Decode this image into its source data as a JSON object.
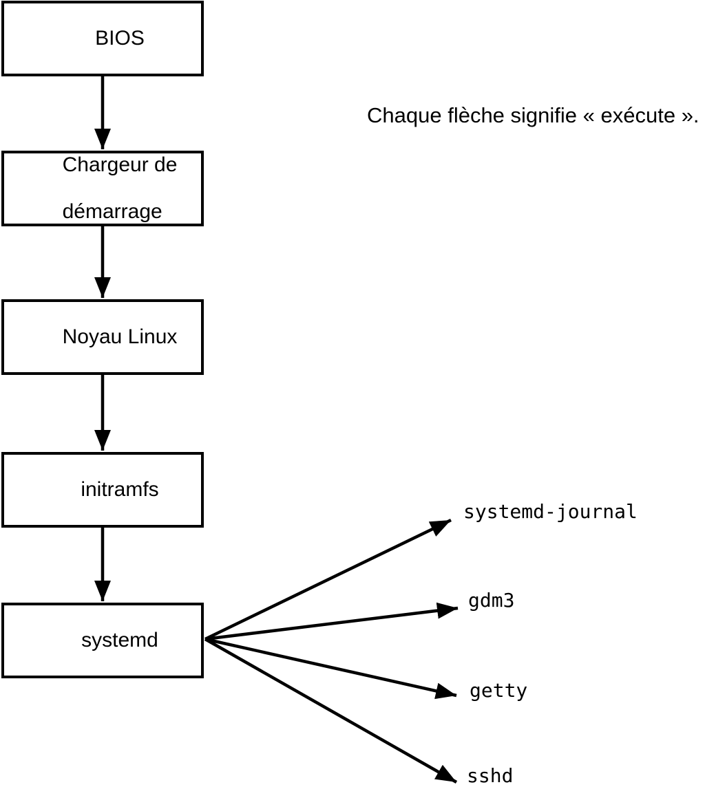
{
  "diagram": {
    "note": "Chaque flèche signifie « exécute ».",
    "colors": {
      "background": "#ffffff",
      "stroke": "#000000",
      "text": "#000000",
      "node_fill": "#ffffff"
    },
    "nodes": [
      {
        "id": "bios",
        "lines": [
          "BIOS"
        ]
      },
      {
        "id": "bootloader",
        "lines": [
          "Chargeur de",
          "démarrage"
        ]
      },
      {
        "id": "kernel",
        "lines": [
          "Noyau Linux"
        ]
      },
      {
        "id": "initramfs",
        "lines": [
          "initramfs"
        ]
      },
      {
        "id": "systemd",
        "lines": [
          "systemd"
        ]
      }
    ],
    "processes": [
      {
        "id": "systemd-journal",
        "label": "systemd-journal"
      },
      {
        "id": "gdm3",
        "label": "gdm3"
      },
      {
        "id": "getty",
        "label": "getty"
      },
      {
        "id": "sshd",
        "label": "sshd"
      }
    ],
    "edges": [
      {
        "from": "bios",
        "to": "bootloader"
      },
      {
        "from": "bootloader",
        "to": "kernel"
      },
      {
        "from": "kernel",
        "to": "initramfs"
      },
      {
        "from": "initramfs",
        "to": "systemd"
      },
      {
        "from": "systemd",
        "to": "systemd-journal"
      },
      {
        "from": "systemd",
        "to": "gdm3"
      },
      {
        "from": "systemd",
        "to": "getty"
      },
      {
        "from": "systemd",
        "to": "sshd"
      }
    ]
  }
}
